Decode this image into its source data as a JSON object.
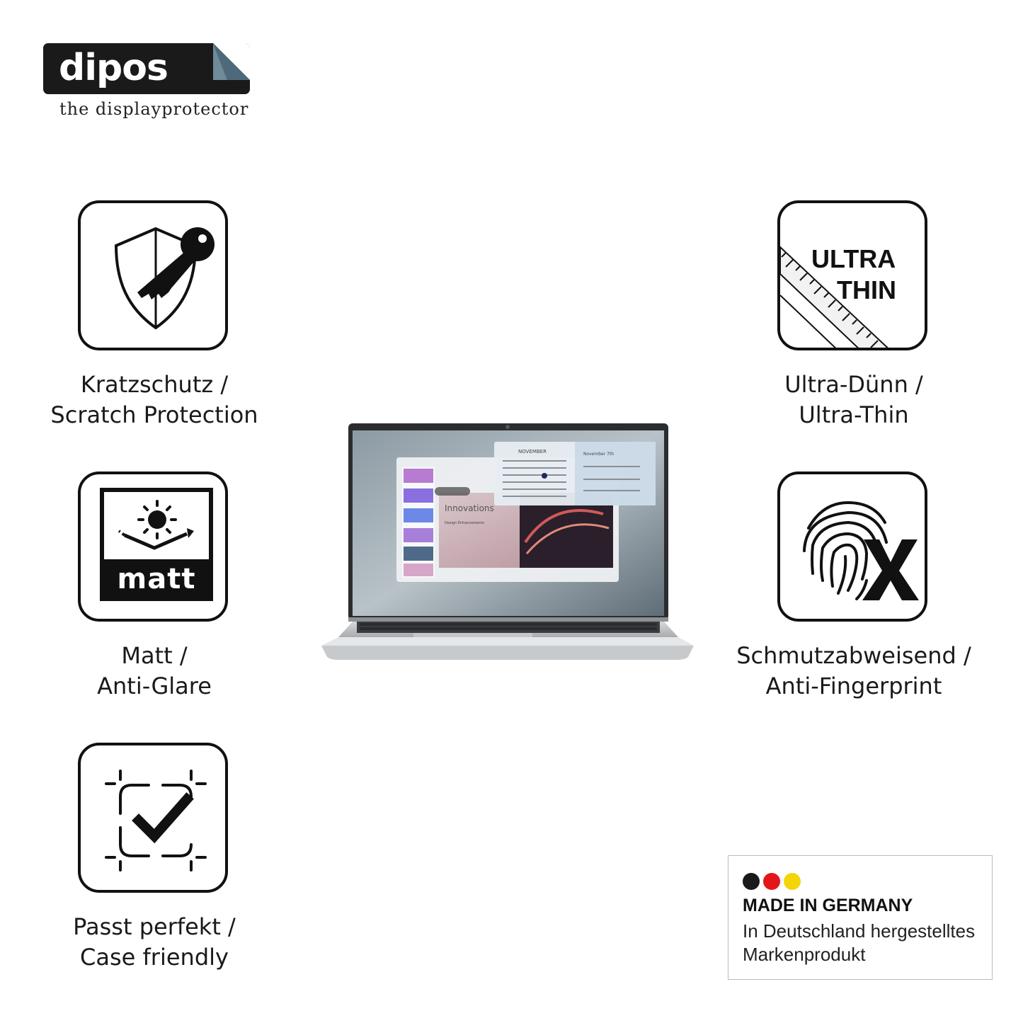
{
  "logo": {
    "brand": "dipos",
    "tagline": "the displayprotector"
  },
  "features": {
    "scratch": {
      "icon": "shield-key-icon",
      "line1": "Kratzschutz /",
      "line2": "Scratch Protection"
    },
    "matt": {
      "icon": "sun-matt-icon",
      "badge": "matt",
      "line1": "Matt /",
      "line2": "Anti-Glare"
    },
    "fit": {
      "icon": "check-frame-icon",
      "line1": "Passt perfekt /",
      "line2": "Case friendly"
    },
    "thin": {
      "icon": "ruler-icon",
      "badge_line1": "ULTRA",
      "badge_line2": "THIN",
      "line1": "Ultra-Dünn /",
      "line2": "Ultra-Thin"
    },
    "fingerprint": {
      "icon": "fingerprint-x-icon",
      "line1": "Schmutzabweisend /",
      "line2": "Anti-Fingerprint"
    }
  },
  "laptop_screen": {
    "calendar_month": "NOVEMBER",
    "event_date": "November 7th",
    "innovations_title": "Innovations",
    "innovations_sub": "Design Enhancements"
  },
  "made_in_germany": {
    "flag_colors": [
      "#1a1a1a",
      "#e3171b",
      "#f5d50a"
    ],
    "title": "MADE IN GERMANY",
    "sub_line1": "In Deutschland hergestelltes",
    "sub_line2": "Markenprodukt"
  }
}
